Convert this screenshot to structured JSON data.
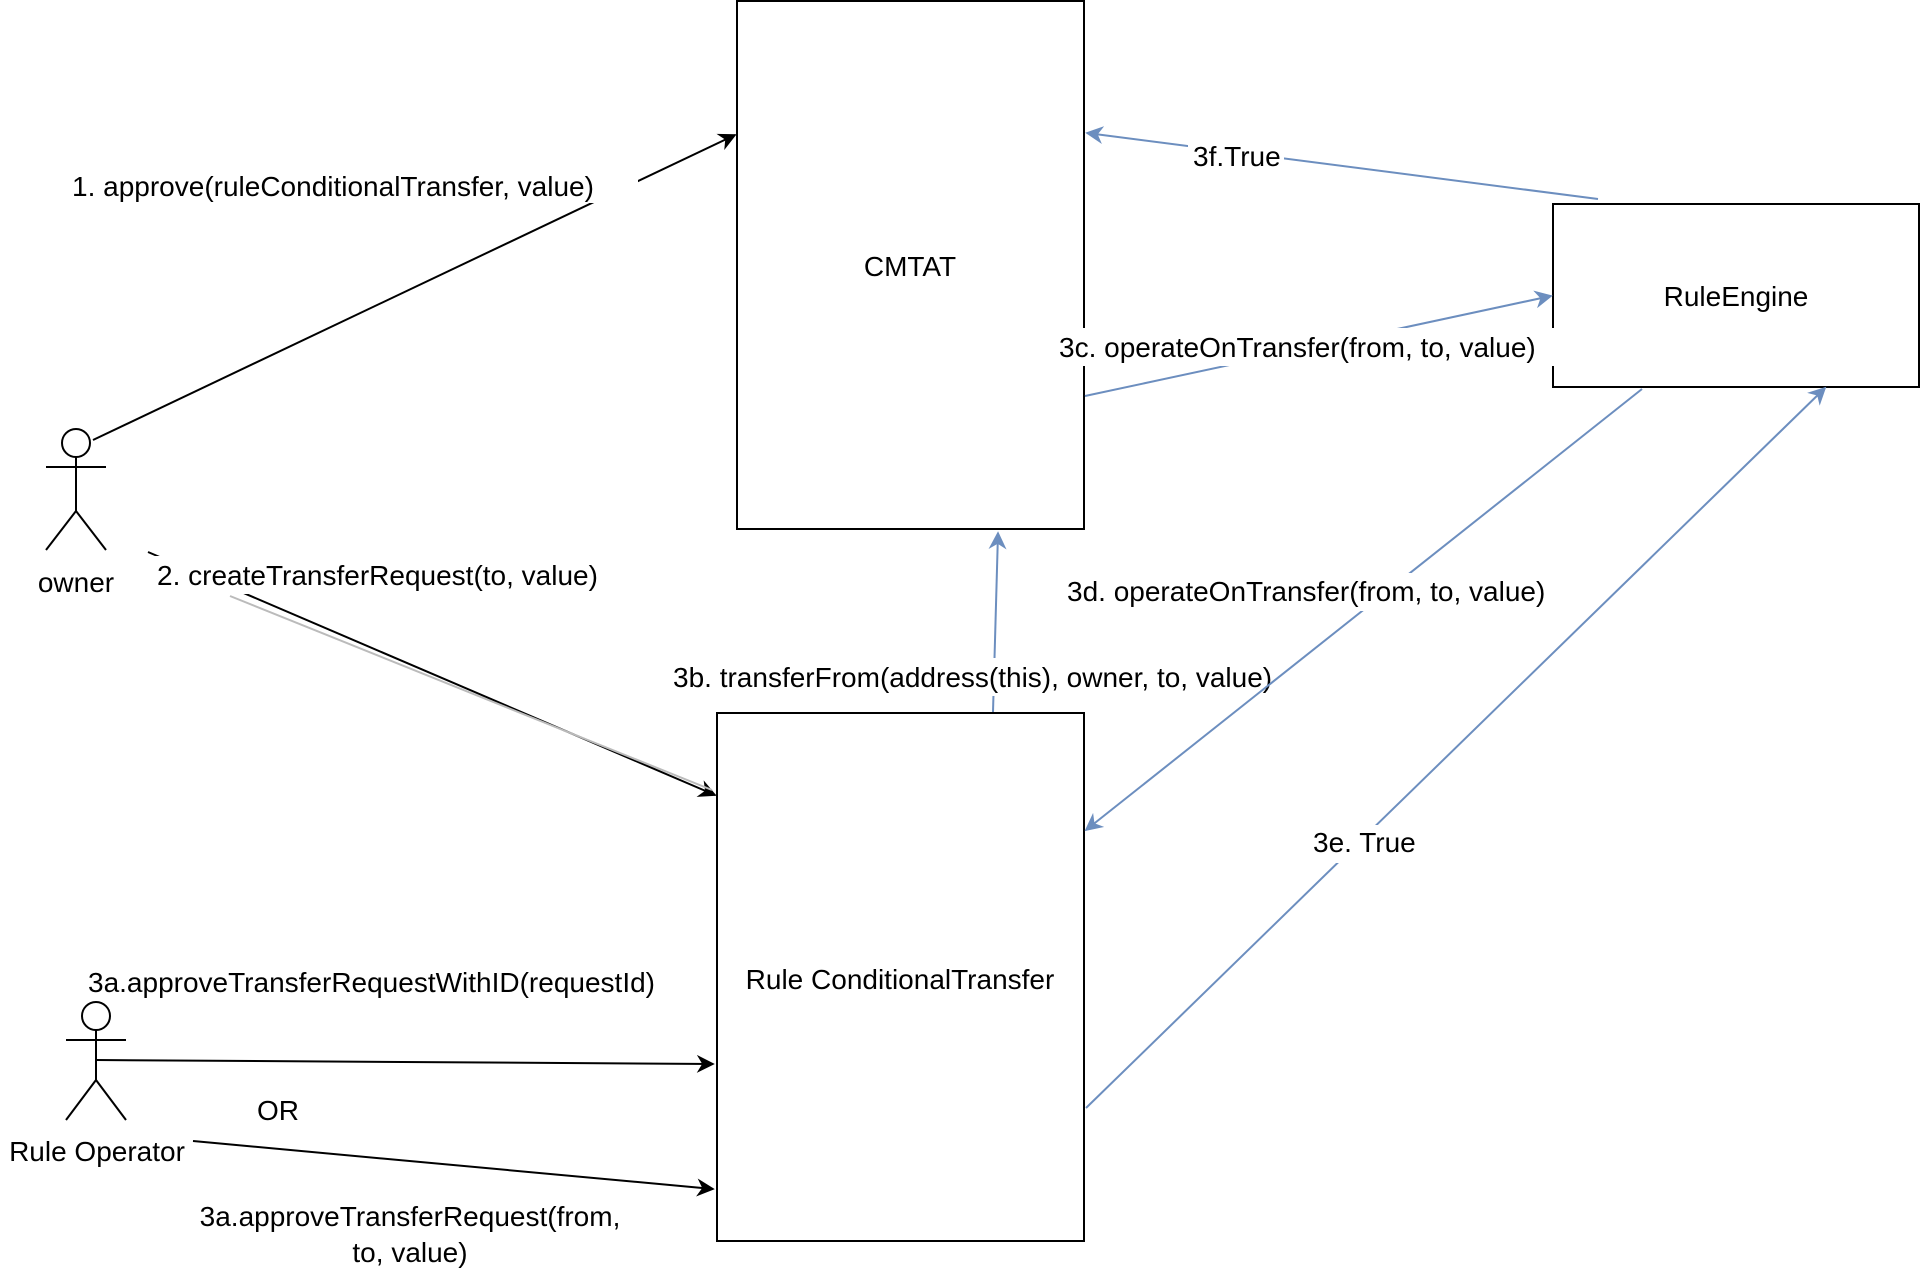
{
  "nodes": {
    "cmtat": "CMTAT",
    "rule_engine": "RuleEngine",
    "rule_conditional_transfer": "Rule ConditionalTransfer"
  },
  "actors": {
    "owner": "owner",
    "rule_operator": "Rule Operator"
  },
  "edges": {
    "approve": "1. approve(ruleConditionalTransfer, value)",
    "create_transfer_request": "2. createTransferRequest(to, value)",
    "approve_with_id": "3a.approveTransferRequestWithID(requestId)",
    "or": "OR",
    "approve_request_line1": "3a.approveTransferRequest(from,",
    "approve_request_line2": "to, value)",
    "transfer_from": "3b. transferFrom(address(this), owner, to, value)",
    "operate_3c": "3c. operateOnTransfer(from, to, value)",
    "operate_3d": "3d. operateOnTransfer(from, to, value)",
    "true_3e": "3e. True",
    "true_3f": "3f.True"
  },
  "colors": {
    "black_edge": "#000000",
    "blue_edge": "#6c8ebf",
    "node_border": "#000000"
  }
}
